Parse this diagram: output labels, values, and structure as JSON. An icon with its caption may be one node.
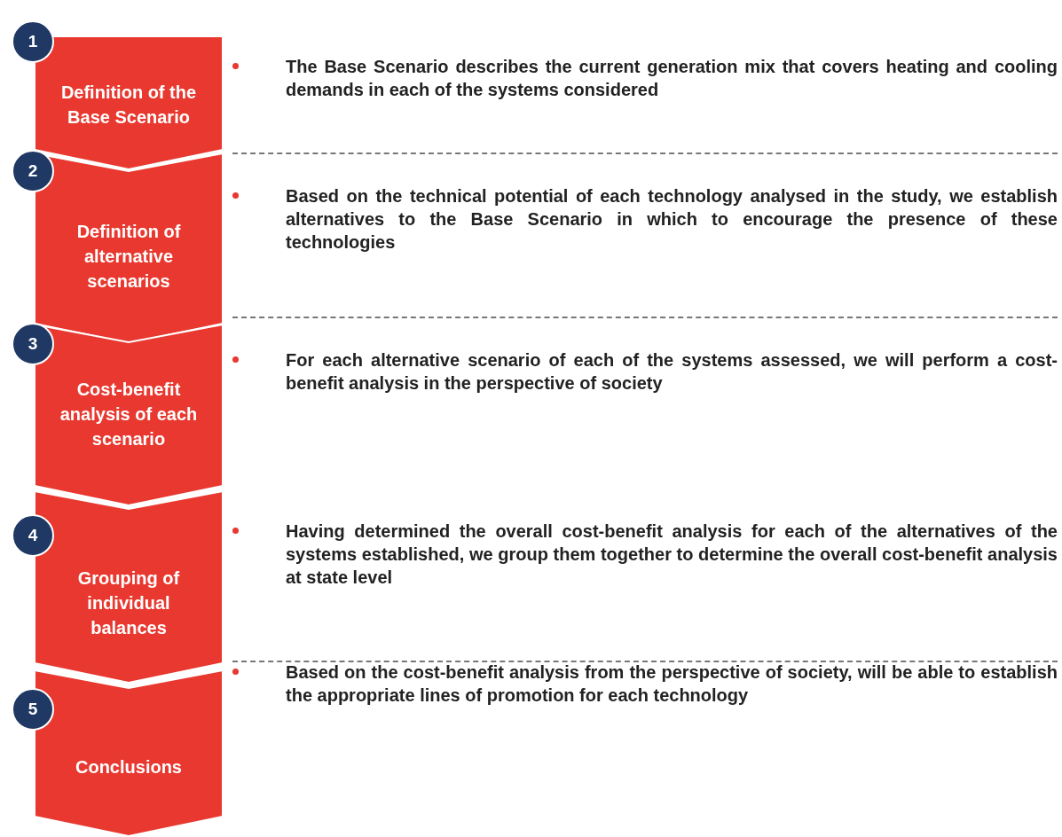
{
  "diagram": {
    "nodes": [
      {
        "text": [
          "1"
        ]
      },
      {
        "text": [
          "Definition of the Base Scenario"
        ],
        "beside": [
          "The Base Scenario describes the current generation mix that covers heating and cooling demands in each of the systems considered"
        ]
      },
      {
        "text": [
          "2"
        ]
      },
      {
        "text": [
          "Definition of alternative scenarios"
        ],
        "beside": [
          "Based on the technical potential of each technology analysed in the study, we establish alternatives to the Base Scenario in which to encourage the presence of these technologies"
        ]
      },
      {
        "text": [
          "3"
        ]
      },
      {
        "text": [
          "Cost-benefit analysis of each scenario"
        ],
        "beside": [
          "For each alternative scenario of each of the systems assessed, we will perform a cost-benefit analysis in the perspective of society"
        ]
      },
      {
        "text": [
          "4"
        ]
      },
      {
        "text": [
          "Grouping of individual balances"
        ],
        "beside": [
          "Having determined the overall cost-benefit analysis for each of the alternatives of the systems established, we group them together to determine the overall cost-benefit analysis at state level"
        ]
      },
      {
        "text": [
          "5"
        ]
      },
      {
        "text": [
          "Conclusions"
        ],
        "beside": [
          "Based on the cost-benefit analysis from the perspective of society, will be able to establish the appropriate lines of promotion for each technology"
        ]
      }
    ]
  }
}
